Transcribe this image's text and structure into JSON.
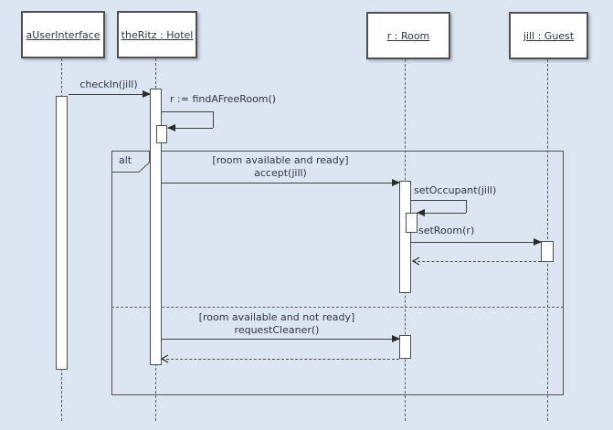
{
  "diagram": {
    "kind": "uml-sequence-diagram",
    "colors": {
      "background": "#dce6f3",
      "line": "#4f4f4f",
      "text": "#2e3440"
    },
    "objects": [
      {
        "label": "aUserInterface"
      },
      {
        "label": "theRitz : Hotel"
      },
      {
        "label": "r : Room"
      },
      {
        "label": "jill : Guest"
      }
    ],
    "fragment": {
      "operator": "alt",
      "guards": [
        "[room available and ready]",
        "[room available and not ready]"
      ]
    },
    "messages": [
      {
        "label": "checkIn(jill)"
      },
      {
        "label": "r := findAFreeRoom()"
      },
      {
        "label": "accept(jill)"
      },
      {
        "label": "setOccupant(jill)"
      },
      {
        "label": "setRoom(r)"
      },
      {
        "label": "requestCleaner()"
      }
    ]
  }
}
